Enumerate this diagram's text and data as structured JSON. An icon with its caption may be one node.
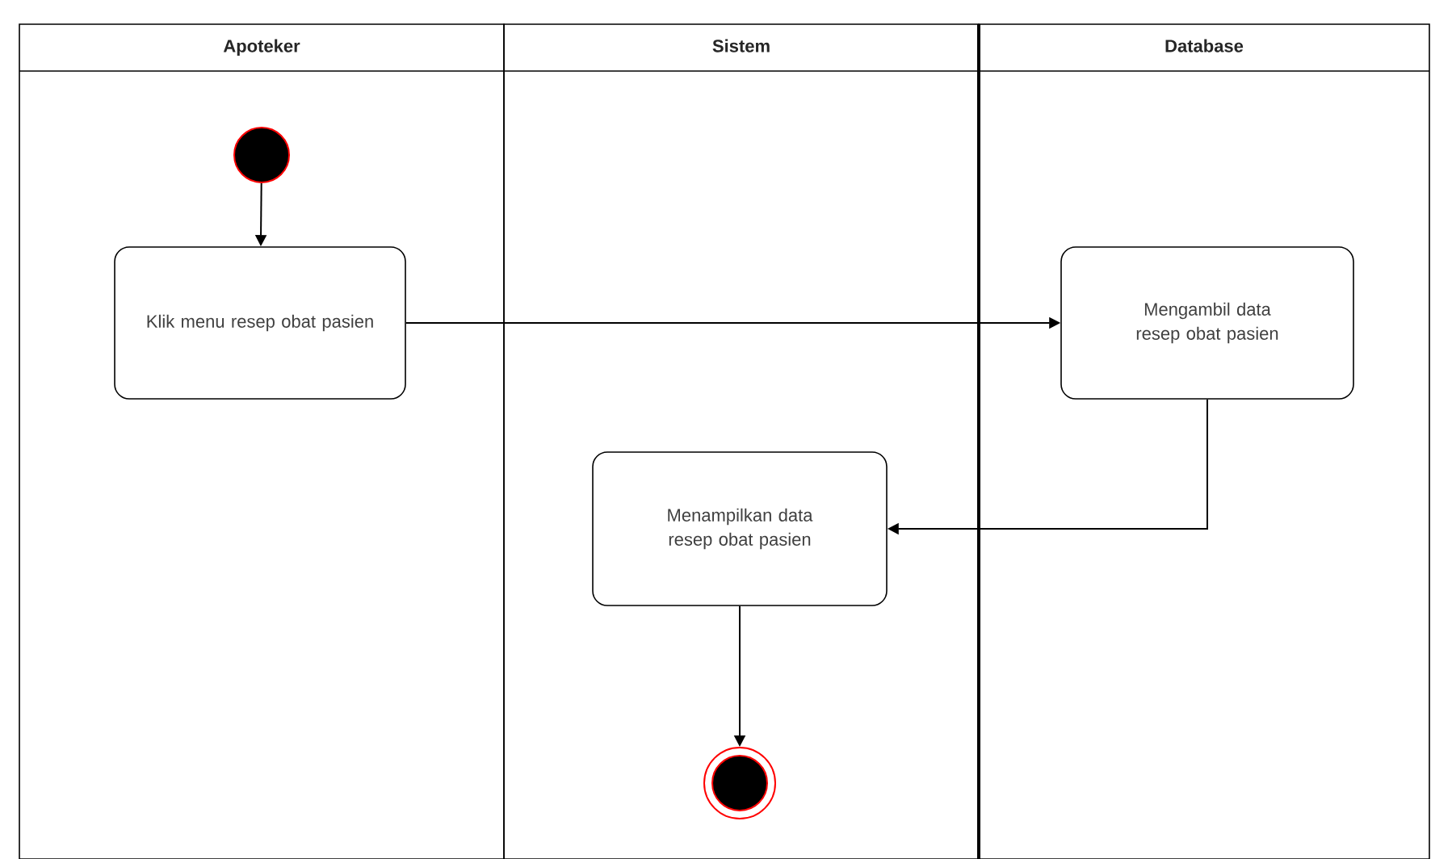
{
  "diagram": {
    "nodes": [
      {
        "text": [
          "Apoteker"
        ]
      },
      {
        "text": [
          "Sistem"
        ]
      },
      {
        "text": [
          "Database"
        ]
      },
      {
        "text": [],
        "shape": "circle",
        "in": 0
      },
      {
        "text": [
          "Klik menu resep obat pasien"
        ],
        "in": 0
      },
      {
        "text": [
          "Mengambil data resep obat pasien"
        ],
        "in": 2
      },
      {
        "text": [
          "Menampilkan data resep obat pasien"
        ],
        "in": 1
      },
      {
        "text": [],
        "shape": "bullseye",
        "in": 1
      }
    ],
    "edges": [
      {
        "from": 3,
        "to": 4,
        "arrow": "to"
      },
      {
        "from": 4,
        "to": 5,
        "arrow": "to"
      },
      {
        "from": 5,
        "to": 6,
        "arrow": "to"
      },
      {
        "from": 6,
        "to": 7,
        "arrow": "to"
      }
    ]
  }
}
